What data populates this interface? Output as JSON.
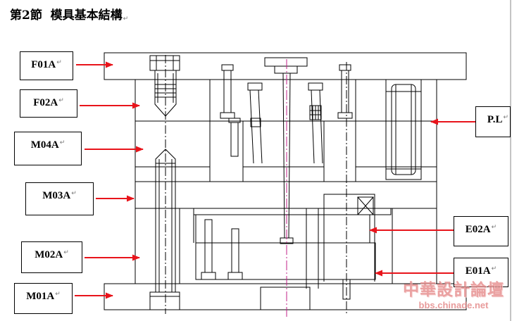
{
  "title": "第2節  模具基本結構",
  "paragraph_mark": "↵",
  "labels": {
    "f01a": "F01A",
    "f02a": "F02A",
    "m04a": "M04A",
    "m03a": "M03A",
    "m02a": "M02A",
    "m01a": "M01A",
    "pl": "P.L",
    "e02a": "E02A",
    "e01a": "E01A"
  },
  "colors": {
    "arrow": "#e8141b",
    "sprue_centerline": "#c0208a",
    "drawing_line": "#000000",
    "watermark": "#e58a8a"
  },
  "watermark": {
    "name": "中華設計論壇",
    "url": "bbs.chinade.net"
  }
}
